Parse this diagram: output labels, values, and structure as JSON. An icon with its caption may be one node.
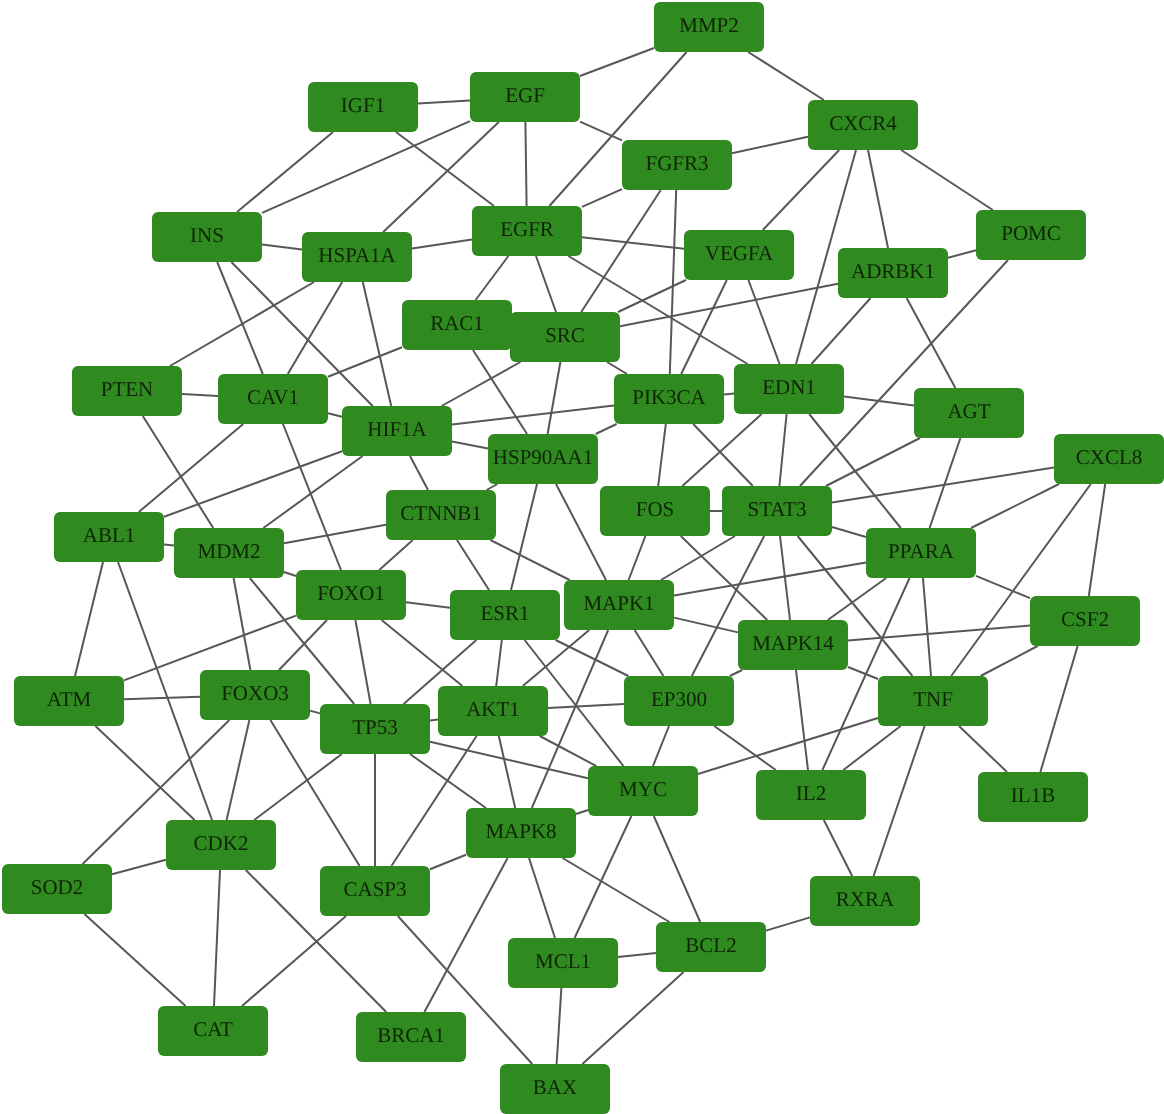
{
  "diagram": {
    "nodes": [
      {
        "text": [
          "MMP2"
        ]
      },
      {
        "text": [
          "IGF1"
        ]
      },
      {
        "text": [
          "EGF"
        ]
      },
      {
        "text": [
          "CXCR4"
        ]
      },
      {
        "text": [
          "FGFR3"
        ]
      },
      {
        "text": [
          "INS"
        ]
      },
      {
        "text": [
          "EGFR"
        ]
      },
      {
        "text": [
          "VEGFA"
        ]
      },
      {
        "text": [
          "POMC"
        ]
      },
      {
        "text": [
          "HSPA1A"
        ]
      },
      {
        "text": [
          "ADRBK1"
        ]
      },
      {
        "text": [
          "RAC1"
        ]
      },
      {
        "text": [
          "SRC"
        ]
      },
      {
        "text": [
          "PTEN"
        ]
      },
      {
        "text": [
          "CAV1"
        ]
      },
      {
        "text": [
          "PIK3CA"
        ]
      },
      {
        "text": [
          "EDN1"
        ]
      },
      {
        "text": [
          "AGT"
        ]
      },
      {
        "text": [
          "HIF1A"
        ]
      },
      {
        "text": [
          "HSP90AA1"
        ]
      },
      {
        "text": [
          "CXCL8"
        ]
      },
      {
        "text": [
          "CTNNB1"
        ]
      },
      {
        "text": [
          "FOS"
        ]
      },
      {
        "text": [
          "STAT3"
        ]
      },
      {
        "text": [
          "ABL1"
        ]
      },
      {
        "text": [
          "MDM2"
        ]
      },
      {
        "text": [
          "PPARA"
        ]
      },
      {
        "text": [
          "FOXO1"
        ]
      },
      {
        "text": [
          "ESR1"
        ]
      },
      {
        "text": [
          "MAPK1"
        ]
      },
      {
        "text": [
          "CSF2"
        ]
      },
      {
        "text": [
          "MAPK14"
        ]
      },
      {
        "text": [
          "ATM"
        ]
      },
      {
        "text": [
          "FOXO3"
        ]
      },
      {
        "text": [
          "TP53"
        ]
      },
      {
        "text": [
          "AKT1"
        ]
      },
      {
        "text": [
          "EP300"
        ]
      },
      {
        "text": [
          "TNF"
        ]
      },
      {
        "text": [
          "MYC"
        ]
      },
      {
        "text": [
          "IL2"
        ]
      },
      {
        "text": [
          "IL1B"
        ]
      },
      {
        "text": [
          "MAPK8"
        ]
      },
      {
        "text": [
          "CDK2"
        ]
      },
      {
        "text": [
          "SOD2"
        ]
      },
      {
        "text": [
          "CASP3"
        ]
      },
      {
        "text": [
          "RXRA"
        ]
      },
      {
        "text": [
          "BCL2"
        ]
      },
      {
        "text": [
          "MCL1"
        ]
      },
      {
        "text": [
          "CAT"
        ]
      },
      {
        "text": [
          "BRCA1"
        ]
      },
      {
        "text": [
          "BAX"
        ]
      }
    ],
    "edges": [
      {
        "from": 0,
        "to": 2,
        "arrow": "none"
      },
      {
        "from": 0,
        "to": 3,
        "arrow": "none"
      },
      {
        "from": 0,
        "to": 6,
        "arrow": "none"
      },
      {
        "from": 1,
        "to": 2,
        "arrow": "none"
      },
      {
        "from": 1,
        "to": 5,
        "arrow": "none"
      },
      {
        "from": 1,
        "to": 6,
        "arrow": "none"
      },
      {
        "from": 2,
        "to": 4,
        "arrow": "none"
      },
      {
        "from": 2,
        "to": 5,
        "arrow": "none"
      },
      {
        "from": 2,
        "to": 6,
        "arrow": "none"
      },
      {
        "from": 2,
        "to": 9,
        "arrow": "none"
      },
      {
        "from": 3,
        "to": 4,
        "arrow": "none"
      },
      {
        "from": 3,
        "to": 7,
        "arrow": "none"
      },
      {
        "from": 3,
        "to": 8,
        "arrow": "none"
      },
      {
        "from": 3,
        "to": 10,
        "arrow": "none"
      },
      {
        "from": 3,
        "to": 16,
        "arrow": "none"
      },
      {
        "from": 4,
        "to": 6,
        "arrow": "none"
      },
      {
        "from": 4,
        "to": 12,
        "arrow": "none"
      },
      {
        "from": 4,
        "to": 15,
        "arrow": "none"
      },
      {
        "from": 5,
        "to": 9,
        "arrow": "none"
      },
      {
        "from": 5,
        "to": 14,
        "arrow": "none"
      },
      {
        "from": 5,
        "to": 18,
        "arrow": "none"
      },
      {
        "from": 6,
        "to": 7,
        "arrow": "none"
      },
      {
        "from": 6,
        "to": 9,
        "arrow": "none"
      },
      {
        "from": 6,
        "to": 11,
        "arrow": "none"
      },
      {
        "from": 6,
        "to": 12,
        "arrow": "none"
      },
      {
        "from": 6,
        "to": 16,
        "arrow": "none"
      },
      {
        "from": 7,
        "to": 12,
        "arrow": "none"
      },
      {
        "from": 7,
        "to": 15,
        "arrow": "none"
      },
      {
        "from": 7,
        "to": 16,
        "arrow": "none"
      },
      {
        "from": 8,
        "to": 10,
        "arrow": "none"
      },
      {
        "from": 8,
        "to": 23,
        "arrow": "none"
      },
      {
        "from": 9,
        "to": 13,
        "arrow": "none"
      },
      {
        "from": 9,
        "to": 14,
        "arrow": "none"
      },
      {
        "from": 9,
        "to": 18,
        "arrow": "none"
      },
      {
        "from": 10,
        "to": 12,
        "arrow": "none"
      },
      {
        "from": 10,
        "to": 16,
        "arrow": "none"
      },
      {
        "from": 10,
        "to": 17,
        "arrow": "none"
      },
      {
        "from": 11,
        "to": 14,
        "arrow": "none"
      },
      {
        "from": 11,
        "to": 19,
        "arrow": "none"
      },
      {
        "from": 12,
        "to": 15,
        "arrow": "none"
      },
      {
        "from": 12,
        "to": 18,
        "arrow": "none"
      },
      {
        "from": 12,
        "to": 19,
        "arrow": "none"
      },
      {
        "from": 13,
        "to": 14,
        "arrow": "none"
      },
      {
        "from": 13,
        "to": 25,
        "arrow": "none"
      },
      {
        "from": 14,
        "to": 18,
        "arrow": "none"
      },
      {
        "from": 14,
        "to": 24,
        "arrow": "none"
      },
      {
        "from": 14,
        "to": 27,
        "arrow": "none"
      },
      {
        "from": 15,
        "to": 16,
        "arrow": "none"
      },
      {
        "from": 15,
        "to": 18,
        "arrow": "none"
      },
      {
        "from": 15,
        "to": 19,
        "arrow": "none"
      },
      {
        "from": 15,
        "to": 22,
        "arrow": "none"
      },
      {
        "from": 15,
        "to": 23,
        "arrow": "none"
      },
      {
        "from": 16,
        "to": 17,
        "arrow": "none"
      },
      {
        "from": 16,
        "to": 22,
        "arrow": "none"
      },
      {
        "from": 16,
        "to": 23,
        "arrow": "none"
      },
      {
        "from": 16,
        "to": 26,
        "arrow": "none"
      },
      {
        "from": 17,
        "to": 23,
        "arrow": "none"
      },
      {
        "from": 17,
        "to": 26,
        "arrow": "none"
      },
      {
        "from": 18,
        "to": 19,
        "arrow": "none"
      },
      {
        "from": 18,
        "to": 21,
        "arrow": "none"
      },
      {
        "from": 18,
        "to": 24,
        "arrow": "none"
      },
      {
        "from": 18,
        "to": 25,
        "arrow": "none"
      },
      {
        "from": 19,
        "to": 21,
        "arrow": "none"
      },
      {
        "from": 19,
        "to": 28,
        "arrow": "none"
      },
      {
        "from": 19,
        "to": 29,
        "arrow": "none"
      },
      {
        "from": 20,
        "to": 23,
        "arrow": "none"
      },
      {
        "from": 20,
        "to": 26,
        "arrow": "none"
      },
      {
        "from": 20,
        "to": 30,
        "arrow": "none"
      },
      {
        "from": 20,
        "to": 37,
        "arrow": "none"
      },
      {
        "from": 21,
        "to": 25,
        "arrow": "none"
      },
      {
        "from": 21,
        "to": 27,
        "arrow": "none"
      },
      {
        "from": 21,
        "to": 28,
        "arrow": "none"
      },
      {
        "from": 21,
        "to": 29,
        "arrow": "none"
      },
      {
        "from": 22,
        "to": 23,
        "arrow": "none"
      },
      {
        "from": 22,
        "to": 29,
        "arrow": "none"
      },
      {
        "from": 22,
        "to": 31,
        "arrow": "none"
      },
      {
        "from": 23,
        "to": 26,
        "arrow": "none"
      },
      {
        "from": 23,
        "to": 29,
        "arrow": "none"
      },
      {
        "from": 23,
        "to": 31,
        "arrow": "none"
      },
      {
        "from": 23,
        "to": 36,
        "arrow": "none"
      },
      {
        "from": 23,
        "to": 37,
        "arrow": "none"
      },
      {
        "from": 24,
        "to": 25,
        "arrow": "none"
      },
      {
        "from": 24,
        "to": 32,
        "arrow": "none"
      },
      {
        "from": 24,
        "to": 42,
        "arrow": "none"
      },
      {
        "from": 25,
        "to": 27,
        "arrow": "none"
      },
      {
        "from": 25,
        "to": 33,
        "arrow": "none"
      },
      {
        "from": 25,
        "to": 34,
        "arrow": "none"
      },
      {
        "from": 26,
        "to": 29,
        "arrow": "none"
      },
      {
        "from": 26,
        "to": 30,
        "arrow": "none"
      },
      {
        "from": 26,
        "to": 31,
        "arrow": "none"
      },
      {
        "from": 26,
        "to": 37,
        "arrow": "none"
      },
      {
        "from": 26,
        "to": 39,
        "arrow": "none"
      },
      {
        "from": 27,
        "to": 28,
        "arrow": "none"
      },
      {
        "from": 27,
        "to": 32,
        "arrow": "none"
      },
      {
        "from": 27,
        "to": 33,
        "arrow": "none"
      },
      {
        "from": 27,
        "to": 34,
        "arrow": "none"
      },
      {
        "from": 27,
        "to": 35,
        "arrow": "none"
      },
      {
        "from": 28,
        "to": 34,
        "arrow": "none"
      },
      {
        "from": 28,
        "to": 35,
        "arrow": "none"
      },
      {
        "from": 28,
        "to": 36,
        "arrow": "none"
      },
      {
        "from": 28,
        "to": 38,
        "arrow": "none"
      },
      {
        "from": 29,
        "to": 31,
        "arrow": "none"
      },
      {
        "from": 29,
        "to": 35,
        "arrow": "none"
      },
      {
        "from": 29,
        "to": 36,
        "arrow": "none"
      },
      {
        "from": 29,
        "to": 41,
        "arrow": "none"
      },
      {
        "from": 30,
        "to": 31,
        "arrow": "none"
      },
      {
        "from": 30,
        "to": 37,
        "arrow": "none"
      },
      {
        "from": 30,
        "to": 40,
        "arrow": "none"
      },
      {
        "from": 31,
        "to": 36,
        "arrow": "none"
      },
      {
        "from": 31,
        "to": 37,
        "arrow": "none"
      },
      {
        "from": 31,
        "to": 39,
        "arrow": "none"
      },
      {
        "from": 32,
        "to": 33,
        "arrow": "none"
      },
      {
        "from": 32,
        "to": 42,
        "arrow": "none"
      },
      {
        "from": 33,
        "to": 34,
        "arrow": "none"
      },
      {
        "from": 33,
        "to": 42,
        "arrow": "none"
      },
      {
        "from": 33,
        "to": 43,
        "arrow": "none"
      },
      {
        "from": 33,
        "to": 44,
        "arrow": "none"
      },
      {
        "from": 34,
        "to": 35,
        "arrow": "none"
      },
      {
        "from": 34,
        "to": 38,
        "arrow": "none"
      },
      {
        "from": 34,
        "to": 41,
        "arrow": "none"
      },
      {
        "from": 34,
        "to": 42,
        "arrow": "none"
      },
      {
        "from": 34,
        "to": 44,
        "arrow": "none"
      },
      {
        "from": 35,
        "to": 36,
        "arrow": "none"
      },
      {
        "from": 35,
        "to": 38,
        "arrow": "none"
      },
      {
        "from": 35,
        "to": 41,
        "arrow": "none"
      },
      {
        "from": 35,
        "to": 44,
        "arrow": "none"
      },
      {
        "from": 36,
        "to": 38,
        "arrow": "none"
      },
      {
        "from": 36,
        "to": 39,
        "arrow": "none"
      },
      {
        "from": 37,
        "to": 38,
        "arrow": "none"
      },
      {
        "from": 37,
        "to": 39,
        "arrow": "none"
      },
      {
        "from": 37,
        "to": 40,
        "arrow": "none"
      },
      {
        "from": 37,
        "to": 45,
        "arrow": "none"
      },
      {
        "from": 38,
        "to": 41,
        "arrow": "none"
      },
      {
        "from": 38,
        "to": 46,
        "arrow": "none"
      },
      {
        "from": 38,
        "to": 47,
        "arrow": "none"
      },
      {
        "from": 39,
        "to": 45,
        "arrow": "none"
      },
      {
        "from": 41,
        "to": 44,
        "arrow": "none"
      },
      {
        "from": 41,
        "to": 46,
        "arrow": "none"
      },
      {
        "from": 41,
        "to": 47,
        "arrow": "none"
      },
      {
        "from": 41,
        "to": 49,
        "arrow": "none"
      },
      {
        "from": 42,
        "to": 43,
        "arrow": "none"
      },
      {
        "from": 42,
        "to": 48,
        "arrow": "none"
      },
      {
        "from": 42,
        "to": 49,
        "arrow": "none"
      },
      {
        "from": 43,
        "to": 48,
        "arrow": "none"
      },
      {
        "from": 44,
        "to": 48,
        "arrow": "none"
      },
      {
        "from": 44,
        "to": 50,
        "arrow": "none"
      },
      {
        "from": 45,
        "to": 46,
        "arrow": "none"
      },
      {
        "from": 46,
        "to": 47,
        "arrow": "none"
      },
      {
        "from": 46,
        "to": 50,
        "arrow": "none"
      },
      {
        "from": 47,
        "to": 50,
        "arrow": "none"
      }
    ]
  }
}
